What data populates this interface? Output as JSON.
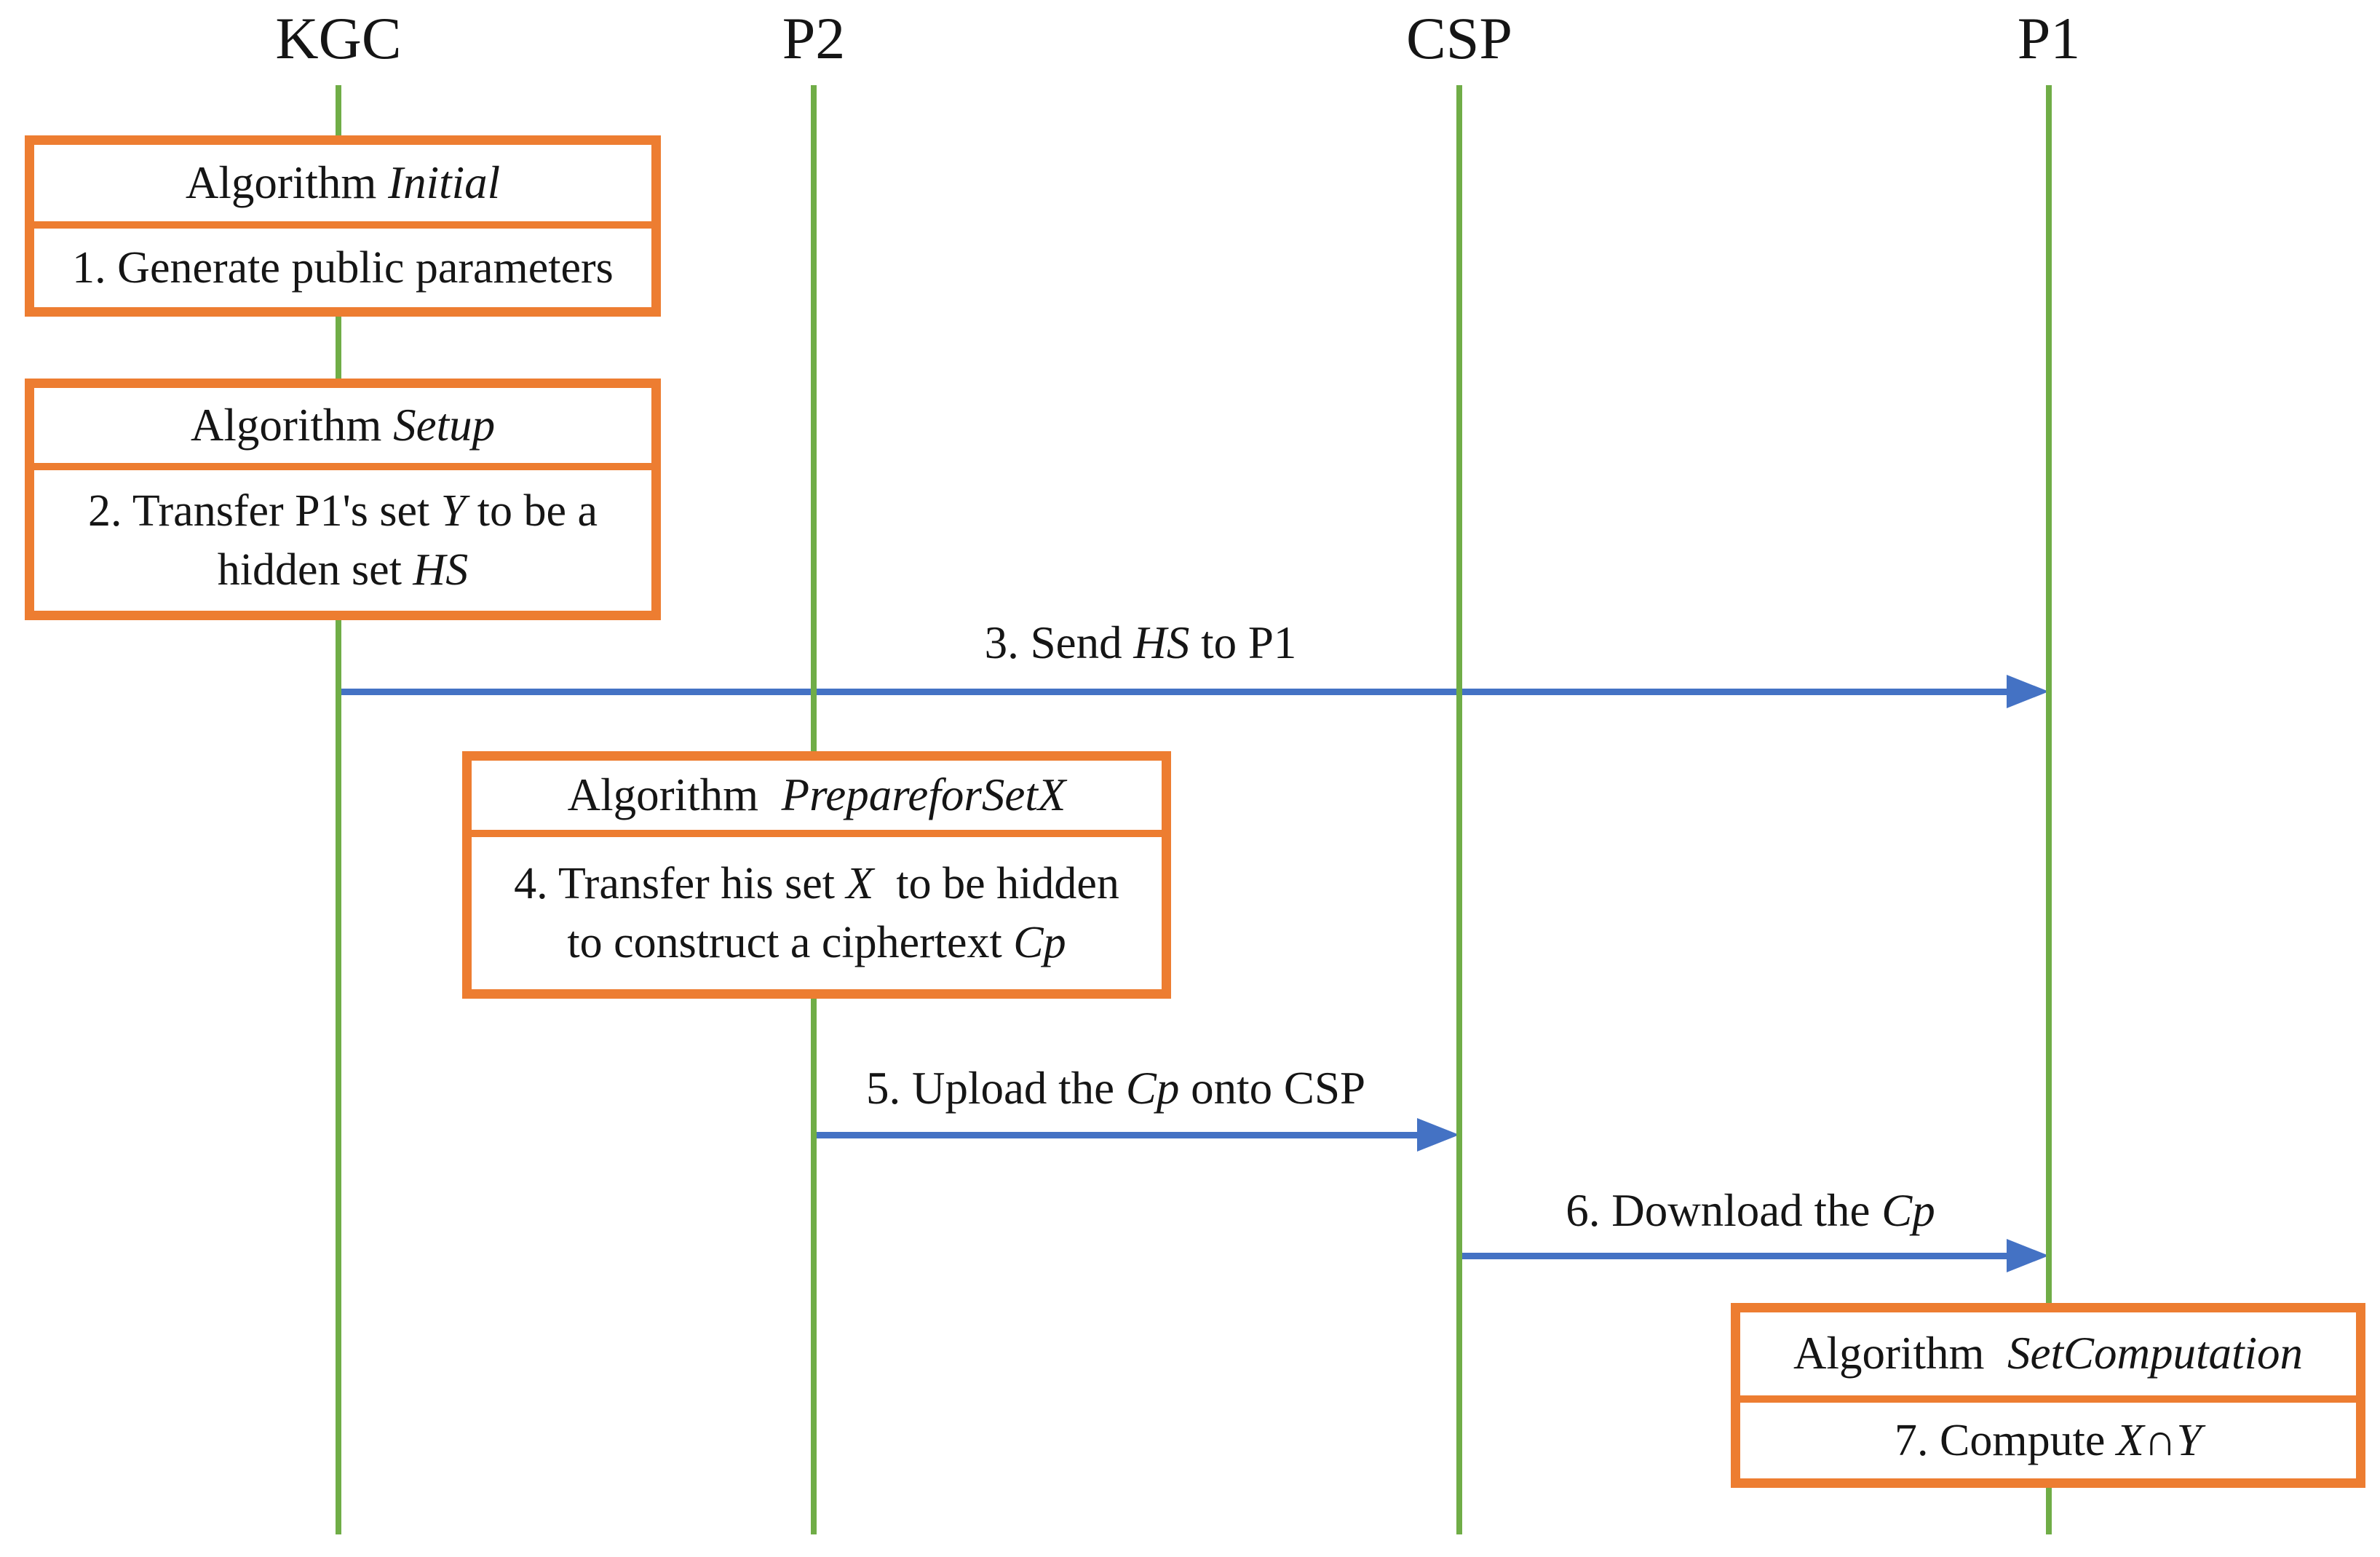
{
  "participants": [
    {
      "name": "KGC"
    },
    {
      "name": "P2"
    },
    {
      "name": "CSP"
    },
    {
      "name": "P1"
    }
  ],
  "algorithm_boxes": [
    {
      "id": "initial",
      "header": [
        {
          "text": "Algorithm "
        },
        {
          "text": "Initial",
          "italic": true
        }
      ],
      "body": [
        {
          "text": "1. Generate public parameters"
        }
      ]
    },
    {
      "id": "setup",
      "header": [
        {
          "text": "Algorithm "
        },
        {
          "text": "Setup",
          "italic": true
        }
      ],
      "body": [
        {
          "text": "2. Transfer P1's set "
        },
        {
          "text": "Y",
          "italic": true
        },
        {
          "text": " to be a"
        },
        {
          "br": true
        },
        {
          "text": "hidden set "
        },
        {
          "text": "HS",
          "italic": true
        }
      ]
    },
    {
      "id": "prepareforsetx",
      "header": [
        {
          "text": "Algorithm  "
        },
        {
          "text": "PrepareforSetX",
          "italic": true
        }
      ],
      "body": [
        {
          "text": "4. Transfer his set "
        },
        {
          "text": "X",
          "italic": true
        },
        {
          "text": "  to be hidden"
        },
        {
          "br": true
        },
        {
          "text": "to construct a ciphertext "
        },
        {
          "text": "Cp",
          "italic": true
        }
      ]
    },
    {
      "id": "setcomputation",
      "header": [
        {
          "text": "Algorithm  "
        },
        {
          "text": "SetComputation",
          "italic": true
        }
      ],
      "body": [
        {
          "text": "7. Compute "
        },
        {
          "text": "X",
          "italic": true
        },
        {
          "text": "∩"
        },
        {
          "text": "Y",
          "italic": true
        }
      ]
    }
  ],
  "messages": [
    {
      "from": "KGC",
      "to": "P1",
      "label": [
        {
          "text": "3. Send "
        },
        {
          "text": "HS",
          "italic": true
        },
        {
          "text": " to P1"
        }
      ]
    },
    {
      "from": "P2",
      "to": "CSP",
      "label": [
        {
          "text": "5. Upload the "
        },
        {
          "text": "Cp",
          "italic": true
        },
        {
          "text": " onto CSP"
        }
      ]
    },
    {
      "from": "CSP",
      "to": "P1",
      "label": [
        {
          "text": "6. Download the "
        },
        {
          "text": "Cp",
          "italic": true
        }
      ]
    }
  ],
  "colors": {
    "box_border": "#ED7D31",
    "lifeline": "#70AD47",
    "arrow": "#4472C4",
    "text": "#151515",
    "background": "#FFFFFF"
  }
}
